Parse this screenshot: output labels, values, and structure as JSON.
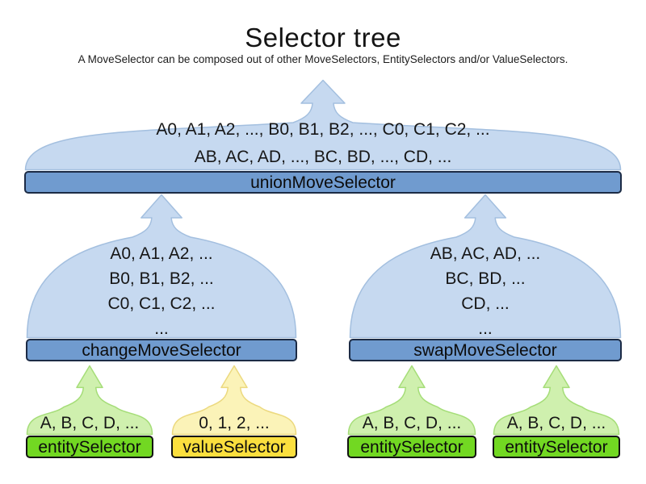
{
  "header": {
    "title": "Selector tree",
    "subtitle": "A MoveSelector can be composed out of other MoveSelectors, EntitySelectors and/or ValueSelectors."
  },
  "colors": {
    "funnel_blue_fill": "#c6d9f0",
    "funnel_blue_stroke": "#a3bfdf",
    "funnel_green_fill": "#cff0ae",
    "funnel_green_stroke": "#a5dd78",
    "funnel_yellow_fill": "#fbf3b8",
    "funnel_yellow_stroke": "#ecd97f",
    "bar_blue_fill": "#709bcf",
    "bar_green_fill": "#72d822",
    "bar_yellow_fill": "#fbdf3e",
    "text": "#111111"
  },
  "nodes": {
    "union": {
      "label": "unionMoveSelector",
      "lines": [
        "A0, A1, A2, ..., B0, B1, B2, ..., C0, C1, C2, ...",
        "AB, AC, AD, ..., BC, BD, ..., CD, ..."
      ]
    },
    "change": {
      "label": "changeMoveSelector",
      "lines": [
        "A0, A1, A2, ...",
        "B0, B1, B2, ...",
        "C0, C1, C2, ...",
        "..."
      ]
    },
    "swap": {
      "label": "swapMoveSelector",
      "lines": [
        "AB, AC, AD, ...",
        "BC, BD, ...",
        "CD, ...",
        "..."
      ]
    },
    "entity1": {
      "label": "entitySelector",
      "lines": [
        "A, B, C, D, ..."
      ]
    },
    "value1": {
      "label": "valueSelector",
      "lines": [
        "0, 1, 2, ..."
      ]
    },
    "entity2": {
      "label": "entitySelector",
      "lines": [
        "A, B, C, D, ..."
      ]
    },
    "entity3": {
      "label": "entitySelector",
      "lines": [
        "A, B, C, D, ..."
      ]
    }
  }
}
